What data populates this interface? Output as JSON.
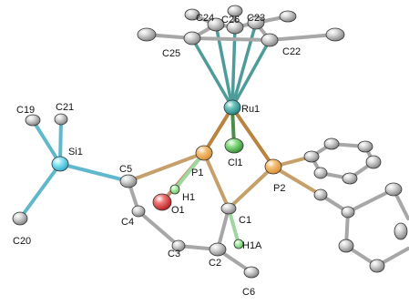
{
  "colors": {
    "carbon": "#7d7d7d",
    "carbon_light": "#d9d9d9",
    "ruthenium": "#1f7f7a",
    "ruthenium_light": "#6fc4bf",
    "phosphorus": "#d88a2c",
    "phosphorus_light": "#f4c27a",
    "chlorine": "#2f8a2f",
    "chlorine_light": "#8fe08a",
    "silicon": "#2aa7c8",
    "silicon_light": "#8fe6f6",
    "oxygen": "#b11818",
    "oxygen_light": "#f07a7a",
    "hydrogen": "#5cc05c",
    "hydrogen_light": "#b9f1b3",
    "bond": "#a7a7a7",
    "ru_bond": "#4e9c9a",
    "label": "#111111"
  },
  "labels": {
    "c24": "C24",
    "c26": "C26",
    "c23": "C23",
    "c25": "C25",
    "c22": "C22",
    "ru1": "Ru1",
    "c19": "C19",
    "c21": "C21",
    "si1": "Si1",
    "c5": "C5",
    "p1": "P1",
    "cl1": "Cl1",
    "p2": "P2",
    "h1": "H1",
    "o1": "O1",
    "c4": "C4",
    "c1": "C1",
    "c20": "C20",
    "c3": "C3",
    "h1a": "H1A",
    "c2": "C2",
    "c6": "C6"
  }
}
